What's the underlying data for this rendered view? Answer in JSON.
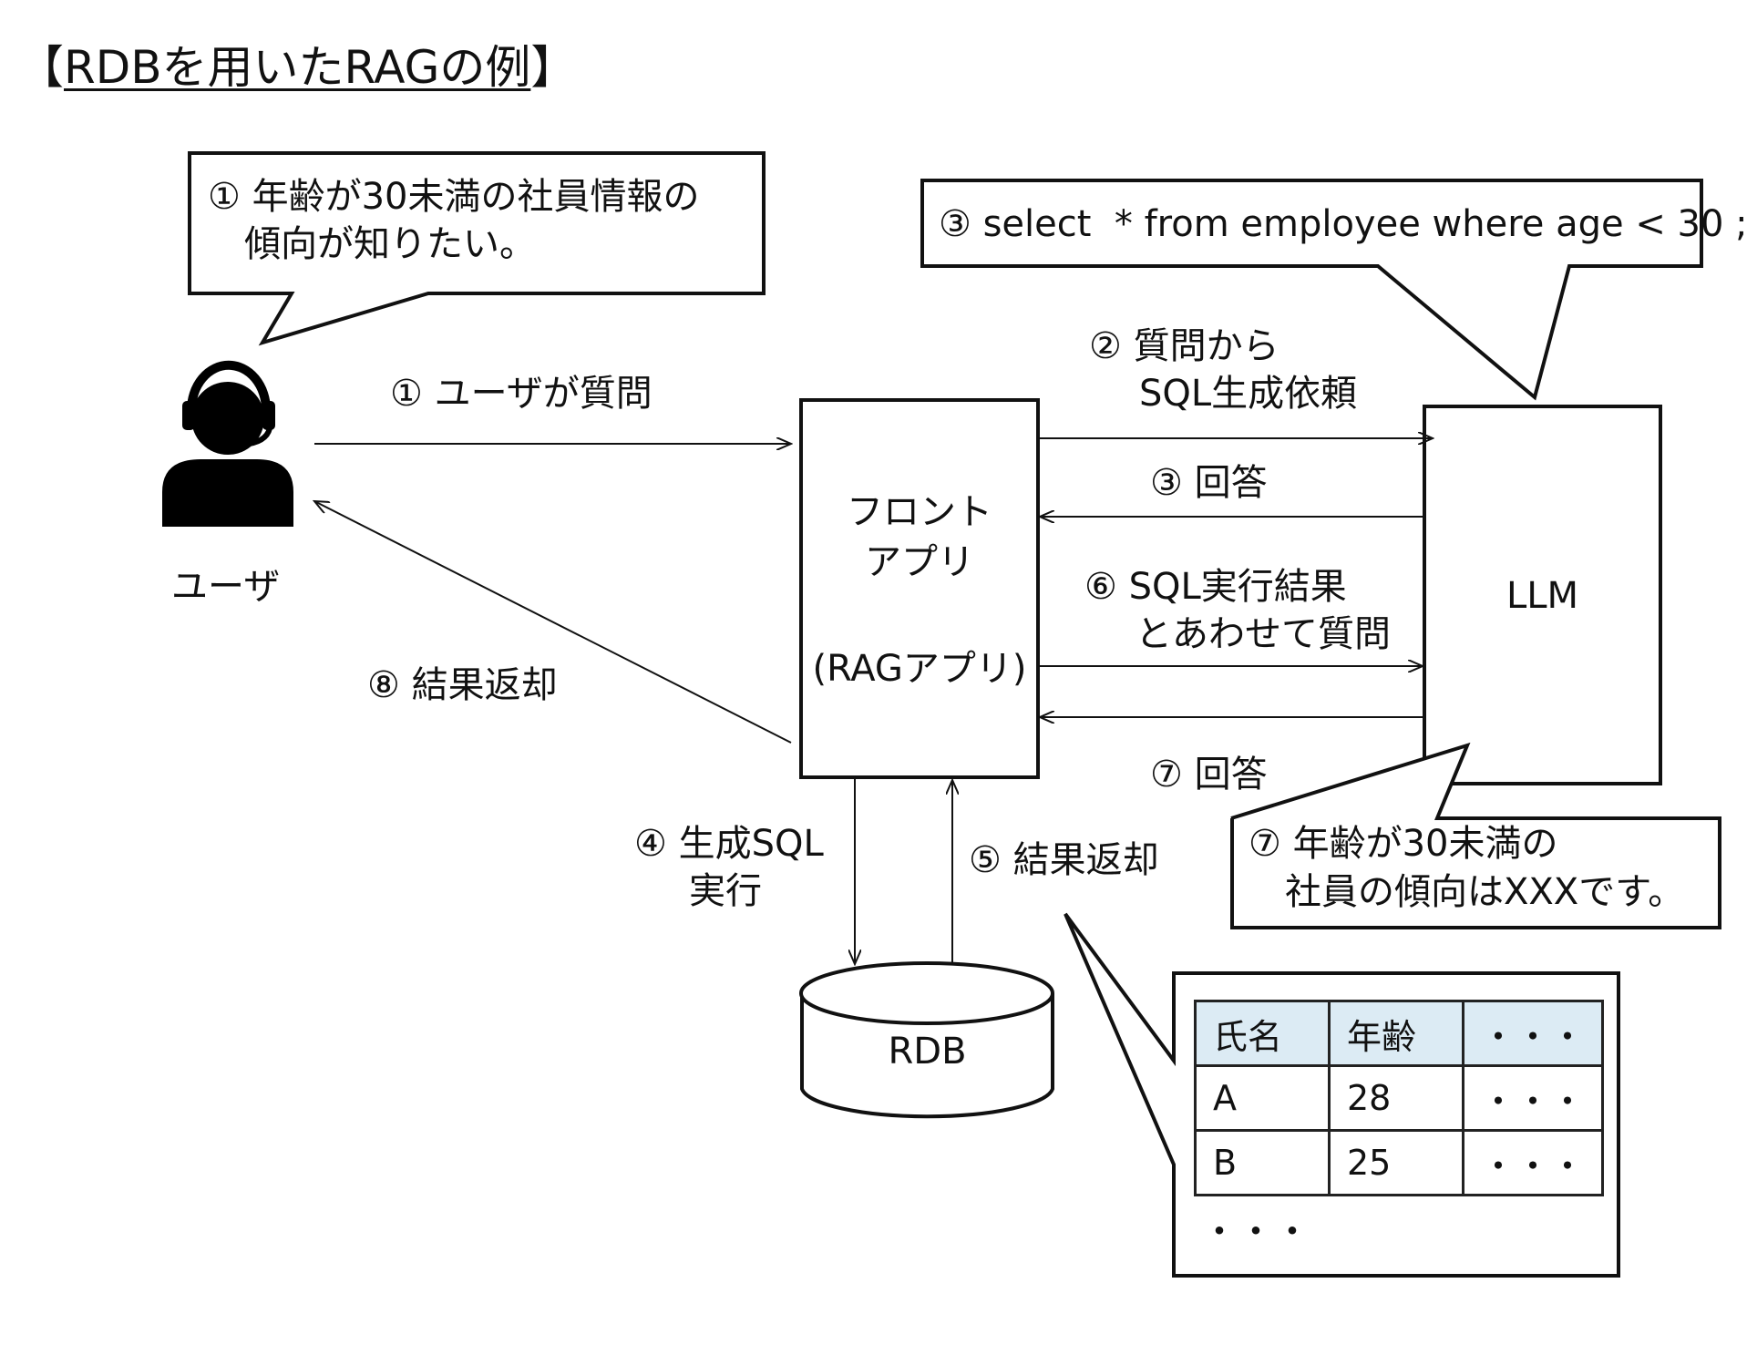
{
  "title": {
    "open_bracket": "【",
    "text": "RDBを用いたRAGの例",
    "close_bracket": "】"
  },
  "callouts": {
    "user_question": [
      "① 年齢が30未満の社員情報の",
      "　傾向が知りたい。"
    ],
    "llm_sql": "③ select  * from employee where age < 30 ;",
    "llm_answer": [
      "⑦ 年齢が30未満の",
      "　社員の傾向はXXXです。"
    ]
  },
  "nodes": {
    "user_label": "ユーザ",
    "front_app": [
      "フロント",
      "アプリ"
    ],
    "front_app_sub": "(RAGアプリ)",
    "llm": "LLM",
    "rdb": "RDB"
  },
  "edges": {
    "user_question": "① ユーザが質問",
    "sql_request": [
      "② 質問から",
      "SQL生成依頼"
    ],
    "answer_3": "③ 回答",
    "question_with_result": [
      "⑥ SQL実行結果",
      "とあわせて質問"
    ],
    "answer_7": "⑦ 回答",
    "result_return_8": "⑧ 結果返却",
    "exec_sql": [
      "④ 生成SQL",
      "実行"
    ],
    "result_return_5": "⑤ 結果返却"
  },
  "result_table": {
    "headers": [
      "氏名",
      "年齢",
      "・・・"
    ],
    "rows": [
      [
        "A",
        "28",
        "・・・"
      ],
      [
        "B",
        "25",
        "・・・"
      ]
    ],
    "more": "・・・"
  },
  "colors": {
    "stroke": "#111111",
    "table_header_bg": "#dcebf4",
    "icon_fill": "#000000"
  }
}
